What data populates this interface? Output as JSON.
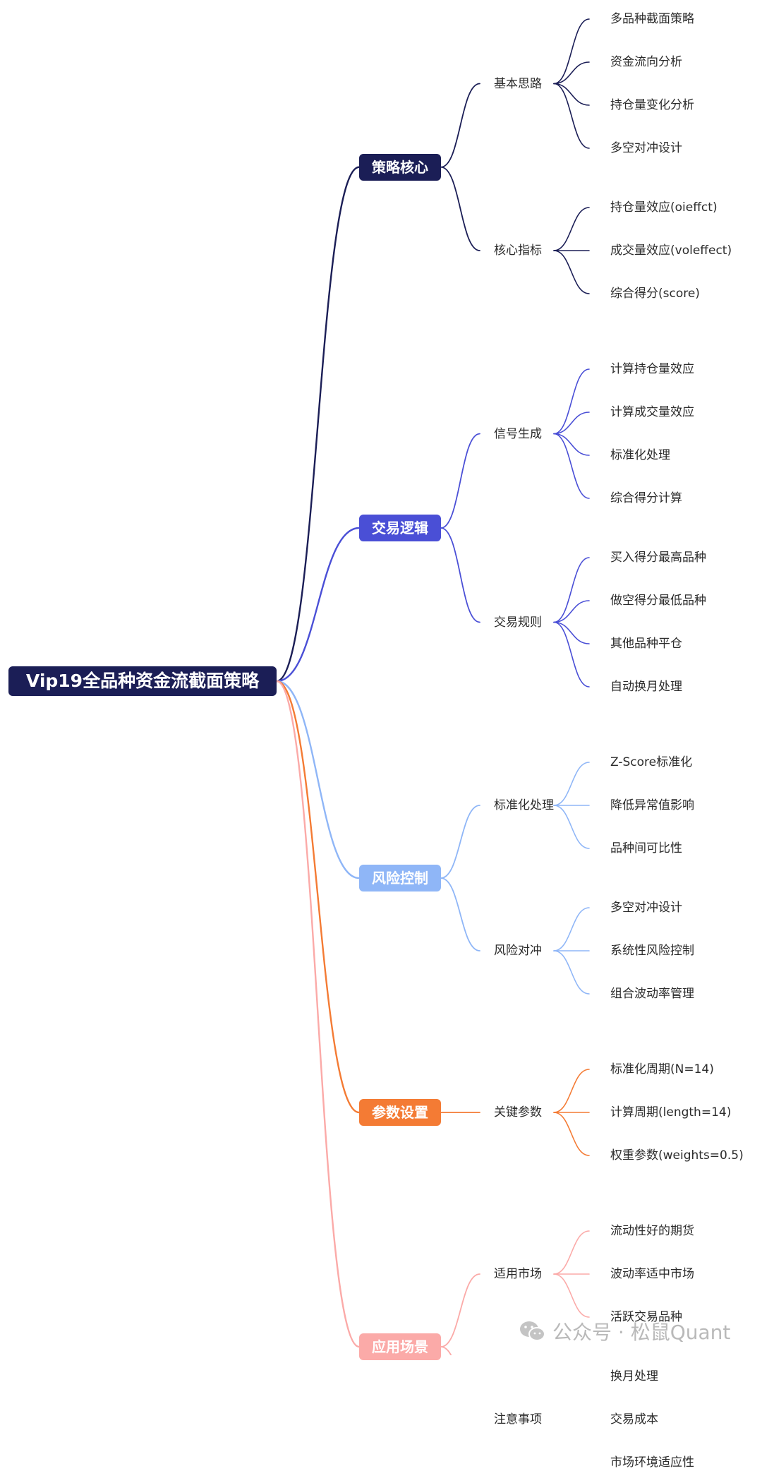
{
  "root": {
    "label": "Vip19全品种资金流截面策略",
    "color": "#1b1e56"
  },
  "branches": [
    {
      "label": "策略核心",
      "color": "#1b1e56",
      "subs": [
        {
          "label": "基本思路",
          "leaves": [
            "多品种截面策略",
            "资金流向分析",
            "持仓量变化分析",
            "多空对冲设计"
          ]
        },
        {
          "label": "核心指标",
          "leaves": [
            "持仓量效应(oieffct)",
            "成交量效应(voleffect)",
            "综合得分(score)"
          ]
        }
      ]
    },
    {
      "label": "交易逻辑",
      "color": "#4a4fd6",
      "subs": [
        {
          "label": "信号生成",
          "leaves": [
            "计算持仓量效应",
            "计算成交量效应",
            "标准化处理",
            "综合得分计算"
          ]
        },
        {
          "label": "交易规则",
          "leaves": [
            "买入得分最高品种",
            "做空得分最低品种",
            "其他品种平仓",
            "自动换月处理"
          ]
        }
      ]
    },
    {
      "label": "风险控制",
      "color": "#8fb6f7",
      "subs": [
        {
          "label": "标准化处理",
          "leaves": [
            "Z-Score标准化",
            "降低异常值影响",
            "品种间可比性"
          ]
        },
        {
          "label": "风险对冲",
          "leaves": [
            "多空对冲设计",
            "系统性风险控制",
            "组合波动率管理"
          ]
        }
      ]
    },
    {
      "label": "参数设置",
      "color": "#f47b34",
      "subs": [
        {
          "label": "关键参数",
          "leaves": [
            "标准化周期(N=14)",
            "计算周期(length=14)",
            "权重参数(weights=0.5)"
          ]
        }
      ]
    },
    {
      "label": "应用场景",
      "color": "#fbaaa8",
      "subs": [
        {
          "label": "适用市场",
          "leaves": [
            "流动性好的期货",
            "波动率适中市场",
            "活跃交易品种"
          ]
        },
        {
          "label": "注意事项",
          "leaves": [
            "换月处理",
            "交易成本",
            "市场环境适应性"
          ]
        }
      ]
    }
  ],
  "watermark": {
    "text": "公众号 · 松鼠Quant",
    "icon": "wechat-icon"
  }
}
